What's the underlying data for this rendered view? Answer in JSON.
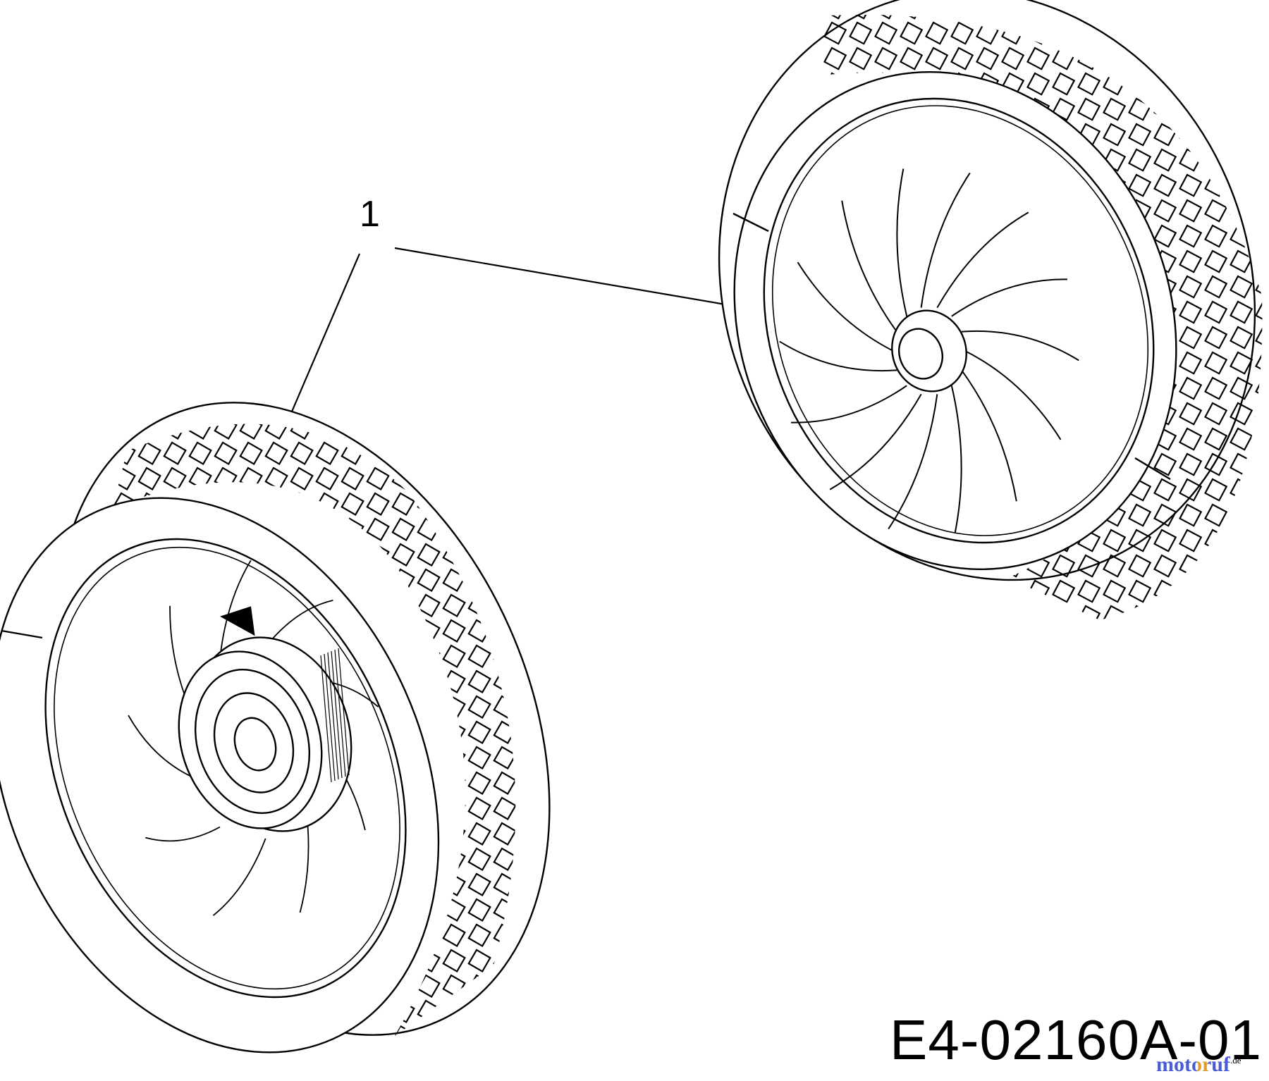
{
  "callout": {
    "number": "1"
  },
  "drawing_code": "E4-02160A-01",
  "watermark": {
    "text": "motoruf",
    "suffix": ".de"
  },
  "colors": {
    "line": "#000000",
    "background": "#ffffff",
    "watermark_blue": "#4a5bd6",
    "watermark_orange": "#e09a2e"
  }
}
